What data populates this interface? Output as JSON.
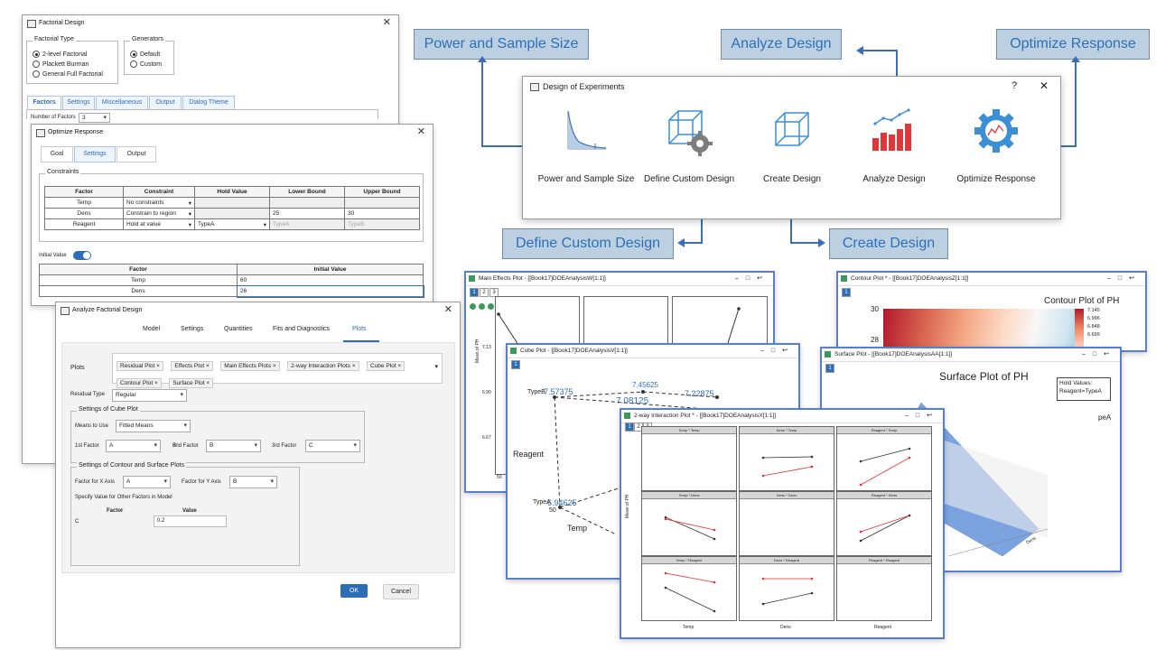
{
  "factorial": {
    "title": "Factorial Design",
    "type_legend": "Factorial Type",
    "types": [
      "2-level Factorial",
      "Plackett Burman",
      "General Full Factorial"
    ],
    "generators_legend": "Generators",
    "generators": [
      "Default",
      "Custom"
    ],
    "tabs": [
      "Factors",
      "Settings",
      "Miscellaneous",
      "Output",
      "Dialog Theme"
    ],
    "num_factors_label": "Number of Factors",
    "num_factors_value": "3"
  },
  "optimize": {
    "title": "Optimize Response",
    "tabs": [
      "Goal",
      "Settings",
      "Output"
    ],
    "constraints_legend": "Constraints",
    "headers": [
      "Factor",
      "Constraint",
      "Hold Value",
      "Lower Bound",
      "Upper Bound"
    ],
    "rows": [
      {
        "factor": "Temp",
        "constraint": "No constraints",
        "hold": "",
        "lower": "",
        "upper": ""
      },
      {
        "factor": "Dens",
        "constraint": "Constrain to region",
        "hold": "",
        "lower": "25",
        "upper": "30"
      },
      {
        "factor": "Reagent",
        "constraint": "Hold at value",
        "hold": "TypeA",
        "lower": "TypeA",
        "upper": "TypeB"
      }
    ],
    "initial_value_label": "Initial Value",
    "init_headers": [
      "Factor",
      "Initial Value"
    ],
    "init_rows": [
      {
        "factor": "Temp",
        "value": "60"
      },
      {
        "factor": "Dens",
        "value": "26"
      }
    ]
  },
  "analyze": {
    "title": "Analyze Factorial Design",
    "tabs": [
      "Model",
      "Settings",
      "Quantities",
      "Fits and Diagnostics",
      "Plots"
    ],
    "plots_label": "Plots",
    "plots_chips": [
      "Residual Plot",
      "Effects Plot",
      "Main Effects Plots",
      "2-way Interaction Plots",
      "Cube Plot",
      "Contour Plot",
      "Surface Plot"
    ],
    "residual_type_label": "Residual Type",
    "residual_type_value": "Regular",
    "cube_legend": "Settings of Cube Plot",
    "means_label": "Means to Use",
    "means_value": "Fitted Means",
    "first_factor_label": "1st Factor",
    "first_factor_value": "A",
    "second_factor_label": "2nd Factor",
    "second_factor_value": "B",
    "third_factor_label": "3rd Factor",
    "third_factor_value": "C",
    "contour_legend": "Settings of Contour and Surface Plots",
    "x_axis_label": "Factor for X Axis",
    "x_axis_value": "A",
    "y_axis_label": "Factor for Y Axis",
    "y_axis_value": "B",
    "specify_label": "Specify Value for Other Factors in Model",
    "factor_col": "Factor",
    "value_col": "Value",
    "other_factor": "C",
    "other_value": "0.2",
    "ok_label": "OK",
    "cancel_label": "Cancel"
  },
  "callouts": {
    "power": "Power and Sample Size",
    "analyze": "Analyze Design",
    "optimize": "Optimize Response",
    "custom": "Define Custom Design",
    "create": "Create Design"
  },
  "doe": {
    "title": "Design of Experiments",
    "help": "?",
    "close": "✕",
    "items": [
      "Power and Sample Size",
      "Define Custom Design",
      "Create Design",
      "Analyze Design",
      "Optimize Response"
    ]
  },
  "plots": {
    "main_effects_title": "Main Effects Plot - [[Book17]DOEAnalysisW[1:1]]",
    "contour_title": "Contour Plot * - [[Book17]DOEAnalysisZ[1:1]]",
    "contour_heading": "Contour Plot of PH",
    "contour_legend": [
      "7.145",
      "6.996",
      "6.848",
      "6.699"
    ],
    "contour_axis": [
      "30",
      "28"
    ],
    "cube_title": "Cube Plot - [[Book17]DOEAnalysisV[1:1]]",
    "cube_values": [
      "7.57375",
      "7.45625",
      "7.08125",
      "7.22875",
      "6.94625"
    ],
    "cube_labels": {
      "typeb": "TypeB",
      "typea": "TypeA",
      "reagent": "Reagent",
      "temp": "Temp",
      "fifty": "50"
    },
    "main_effects_axis": {
      "ylabel": "Mean of PH",
      "ticks": [
        "7.13",
        "6.90",
        "6.67"
      ],
      "x": "50"
    },
    "surface_title": "Surface Plot - [[Book17]DOEAnalysisAA[1:1]]",
    "surface_heading": "Surface Plot of PH",
    "hold_values": "Hold Values:",
    "hold_reagent": "Reagent=TypeA",
    "surface_typea_fragment": "peA",
    "surface_axis_dens": "Dens",
    "interaction_title": "2-way Interaction Plot * - [[Book17]DOEAnalysisX[1:1]]",
    "interaction_panels": [
      "Temp * Temp",
      "Dens * Temp",
      "Reagent * Temp",
      "Temp * Dens",
      "Dens * Dens",
      "Reagent * Dens",
      "Temp * Reagent",
      "Dens * Reagent",
      "Reagent * Reagent"
    ],
    "interaction_xlabels": [
      "Temp",
      "Dens",
      "Reagent"
    ],
    "interaction_ylabel": "Mean of PH",
    "layers": [
      "1",
      "2",
      "3"
    ]
  },
  "colors": {
    "accent": "#2d6db6",
    "callout_bg": "#bdd0e2",
    "plot_border": "#5b7fc0"
  }
}
